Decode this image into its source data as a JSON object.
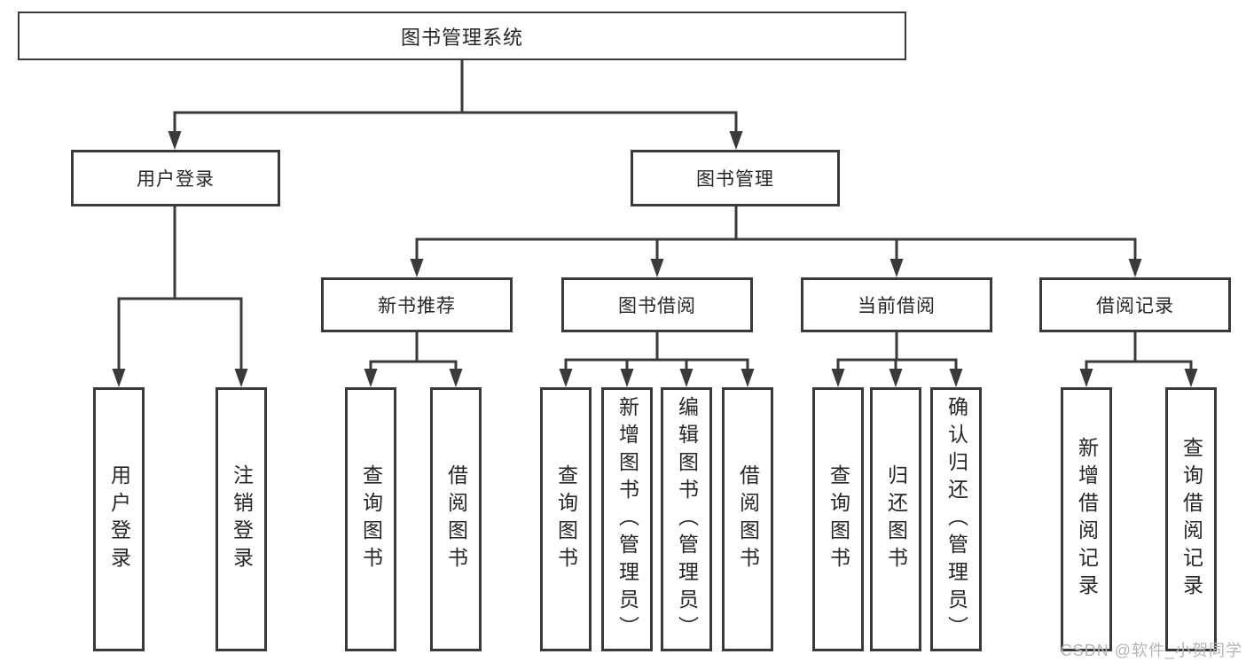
{
  "colors": {
    "background": "#ffffff",
    "line": "#3a3a3a",
    "box_border": "#3a3a3a",
    "text": "#262626",
    "watermark": "#b5b5b5"
  },
  "diagram": {
    "root": {
      "label": "图书管理系统"
    },
    "branches": [
      {
        "label": "用户登录",
        "children": [
          {
            "label": "用户登录"
          },
          {
            "label": "注销登录"
          }
        ]
      },
      {
        "label": "图书管理",
        "groups": [
          {
            "label": "新书推荐",
            "children": [
              {
                "label": "查询图书"
              },
              {
                "label": "借阅图书"
              }
            ]
          },
          {
            "label": "图书借阅",
            "children": [
              {
                "label": "查询图书"
              },
              {
                "label": "新增图书（管理员）"
              },
              {
                "label": "编辑图书（管理员）"
              },
              {
                "label": "借阅图书"
              }
            ]
          },
          {
            "label": "当前借阅",
            "children": [
              {
                "label": "查询图书"
              },
              {
                "label": "归还图书"
              },
              {
                "label": "确认归还（管理员）"
              }
            ]
          },
          {
            "label": "借阅记录",
            "children": [
              {
                "label": "新增借阅记录"
              },
              {
                "label": "查询借阅记录"
              }
            ]
          }
        ]
      }
    ]
  },
  "watermark": {
    "text": "CSDN @软件_小贺同学"
  }
}
